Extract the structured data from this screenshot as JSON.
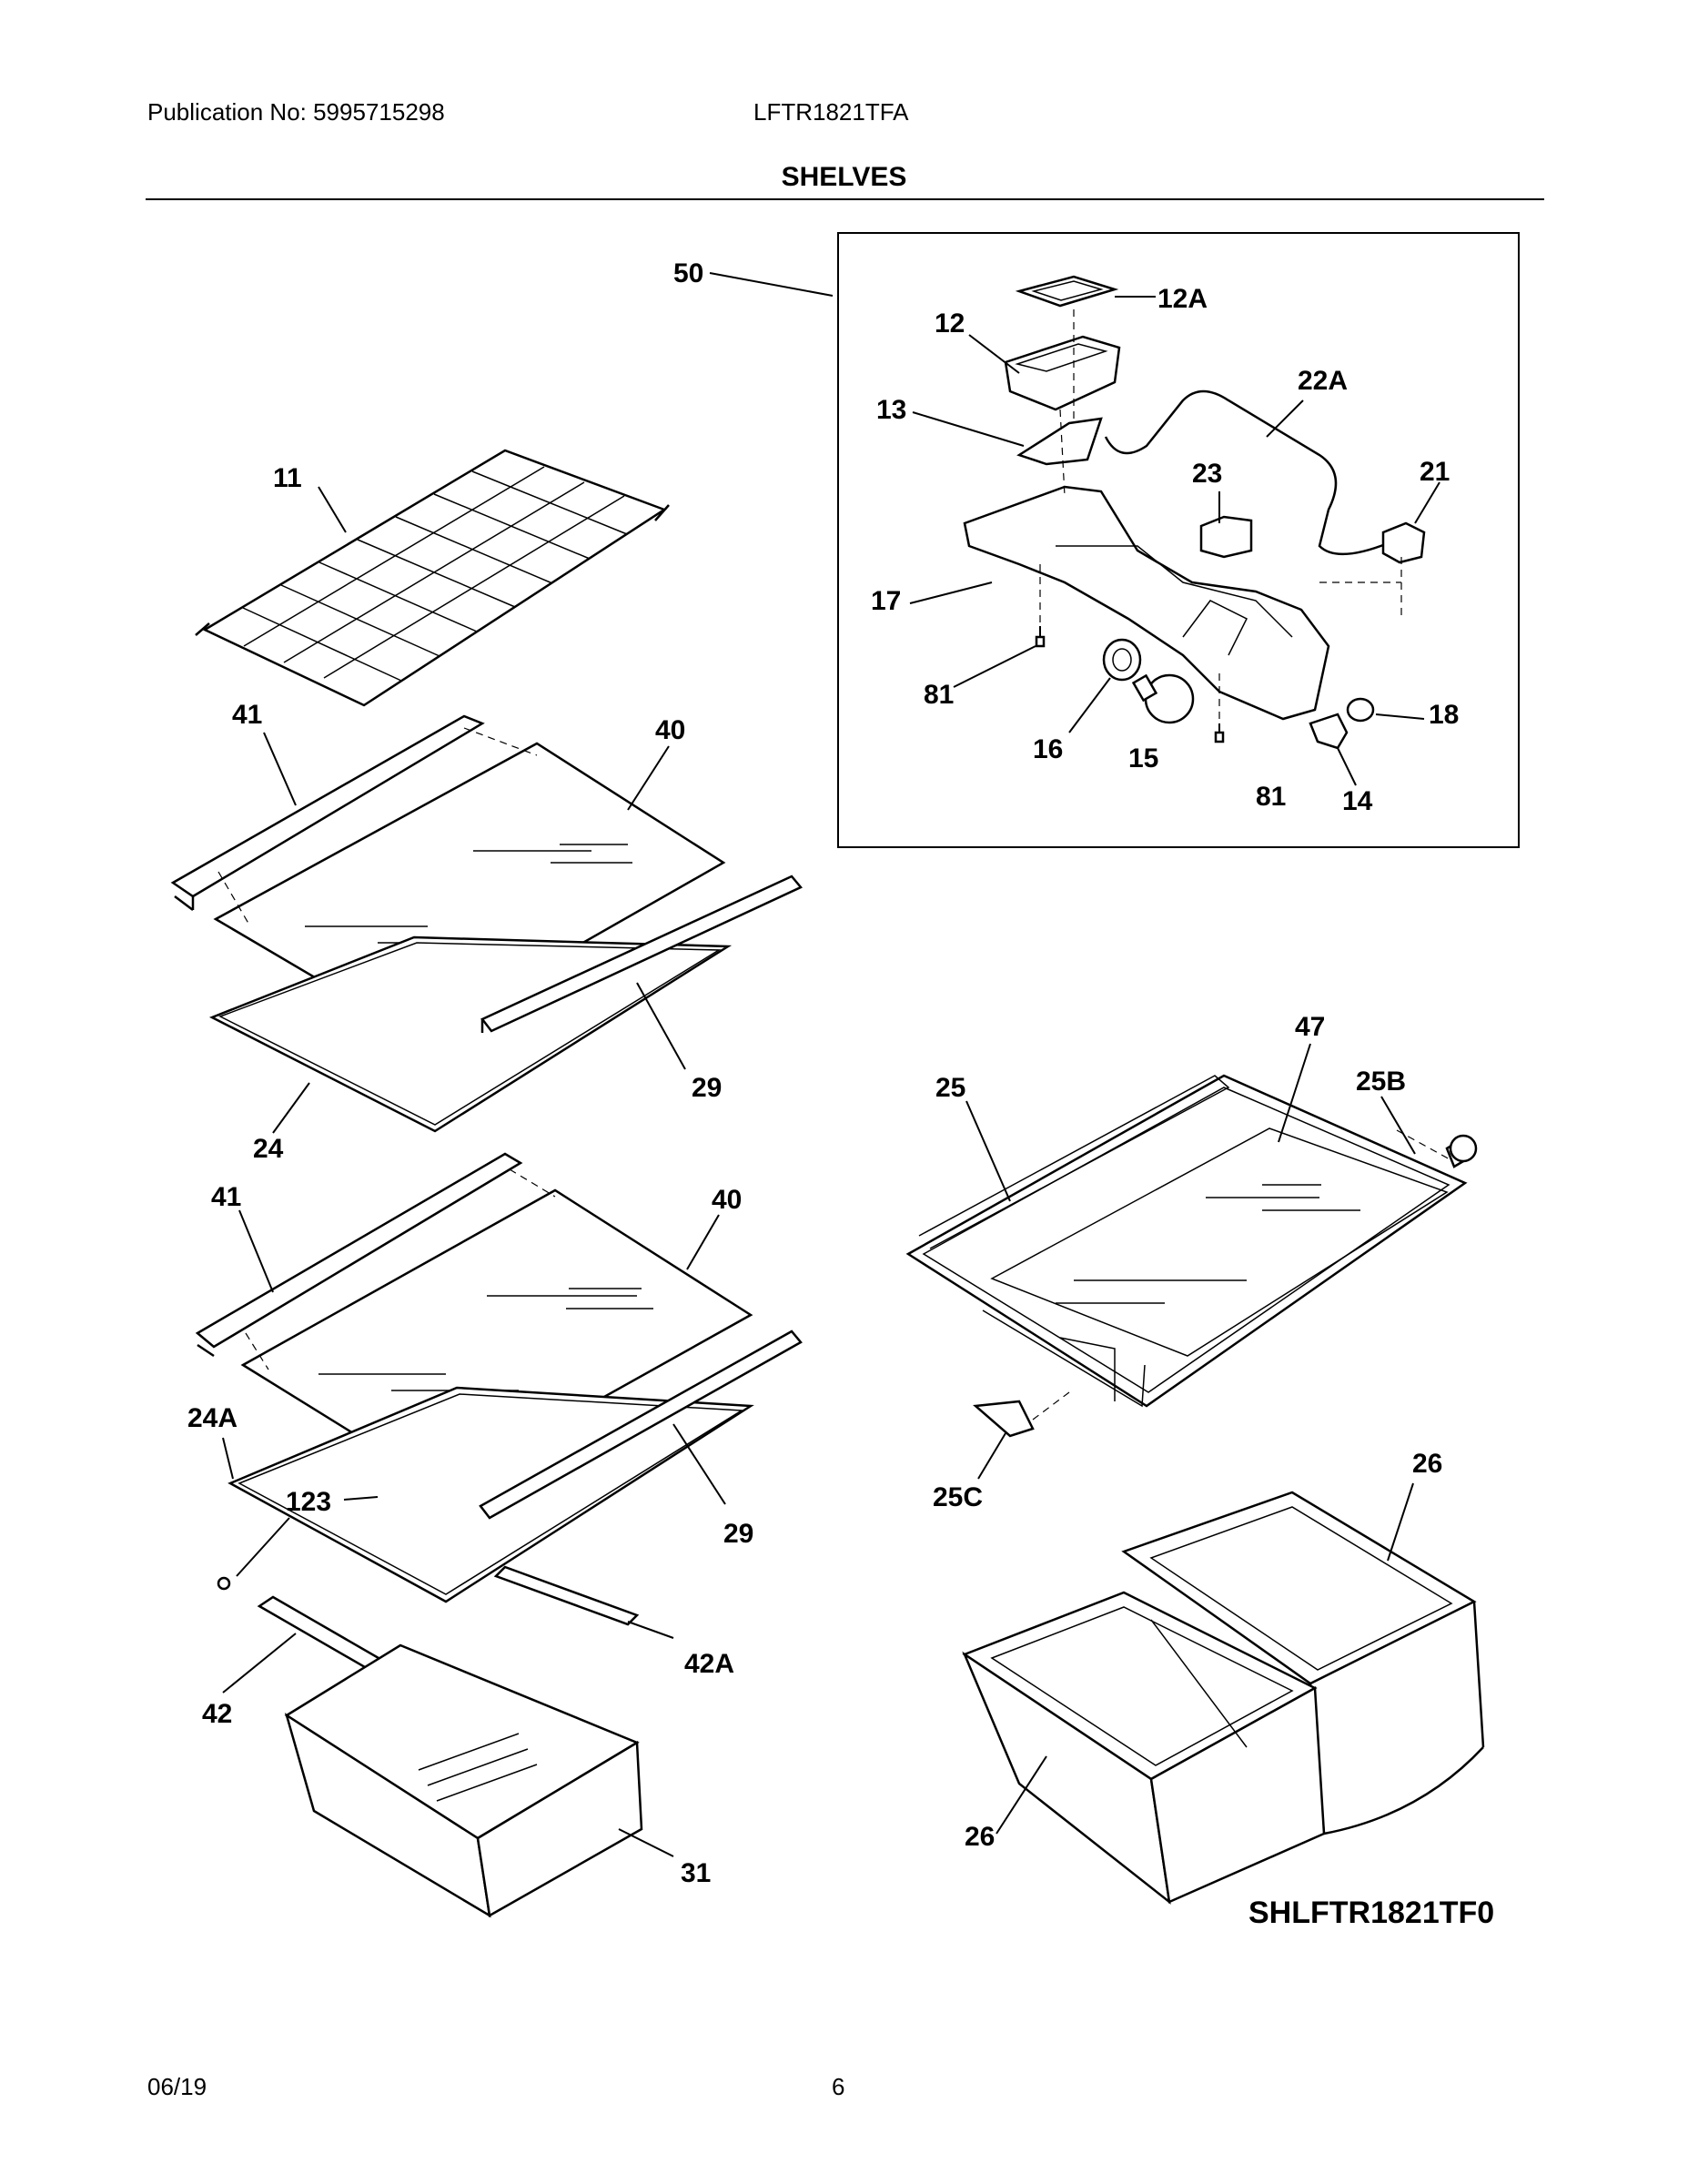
{
  "header": {
    "publication": "Publication No: 5995715298",
    "model": "LFTR1821TFA",
    "section_title": "SHELVES"
  },
  "callouts": {
    "c50": "50",
    "c12A": "12A",
    "c12": "12",
    "c22A": "22A",
    "c13": "13",
    "c23": "23",
    "c21": "21",
    "c17": "17",
    "c81a": "81",
    "c16": "16",
    "c15": "15",
    "c81b": "81",
    "c14": "14",
    "c18": "18",
    "c11": "11",
    "c41a": "41",
    "c40a": "40",
    "c29a": "29",
    "c24": "24",
    "c41b": "41",
    "c40b": "40",
    "c24A": "24A",
    "c123": "123",
    "c29b": "29",
    "c42A": "42A",
    "c42": "42",
    "c31": "31",
    "c47": "47",
    "c25": "25",
    "c25B": "25B",
    "c25C": "25C",
    "c26a": "26",
    "c26b": "26"
  },
  "diagram_code": "SHLFTR1821TF0",
  "footer": {
    "date": "06/19",
    "page": "6"
  }
}
